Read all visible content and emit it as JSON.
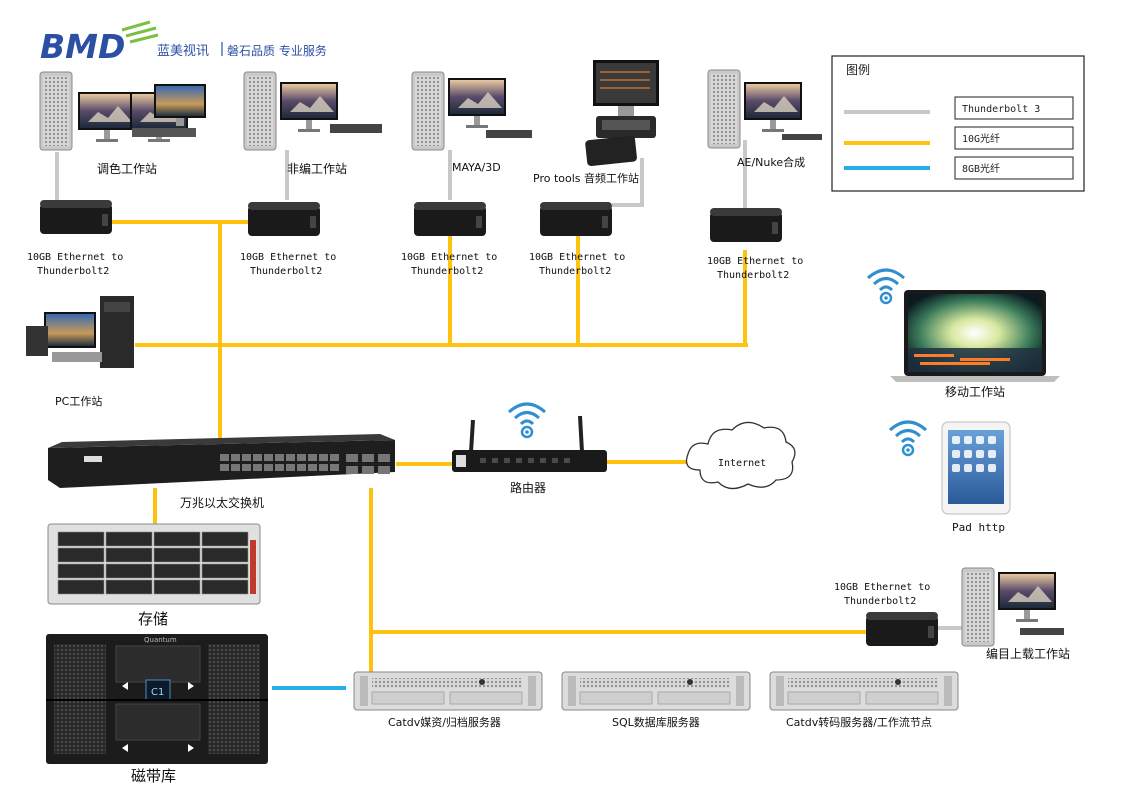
{
  "brand": {
    "logo_text": "BMD",
    "name": "蓝美视讯",
    "slogan": "磐石品质 专业服务"
  },
  "legend": {
    "title": "图例",
    "items": [
      {
        "label": "Thunderbolt 3",
        "color": "#c8c8c8"
      },
      {
        "label": "10G光纤",
        "color": "#ffc20e"
      },
      {
        "label": "8GB光纤",
        "color": "#29aee8"
      }
    ]
  },
  "workstations": {
    "color_grading": "调色工作站",
    "editing": "非编工作站",
    "maya": "MAYA/3D",
    "pro_tools": "Pro tools 音频工作站",
    "ae_nuke": "AE/Nuke合成",
    "pc": "PC工作站",
    "mobile": "移动工作站",
    "pad": "Pad http",
    "ingest": "编目上载工作站"
  },
  "adapter": {
    "line1": "10GB Ethernet to",
    "line2": "Thunderbolt2"
  },
  "network": {
    "switch": "万兆以太交换机",
    "router": "路由器",
    "internet": "Internet"
  },
  "storage": {
    "storage": "存储",
    "tape_library": "磁带库",
    "tape_brand": "Quantum",
    "tape_display": "C1"
  },
  "servers": {
    "catdv_archive": "Catdv媒资/归档服务器",
    "sql": "SQL数据库服务器",
    "catdv_transcode": "Catdv转码服务器/工作流节点"
  },
  "colors": {
    "fiber10g": "#ffc20e",
    "thunderbolt": "#c8c8c8",
    "fiber8g": "#29aee8",
    "logo_blue": "#2b4fa2",
    "logo_green": "#7ac143"
  }
}
